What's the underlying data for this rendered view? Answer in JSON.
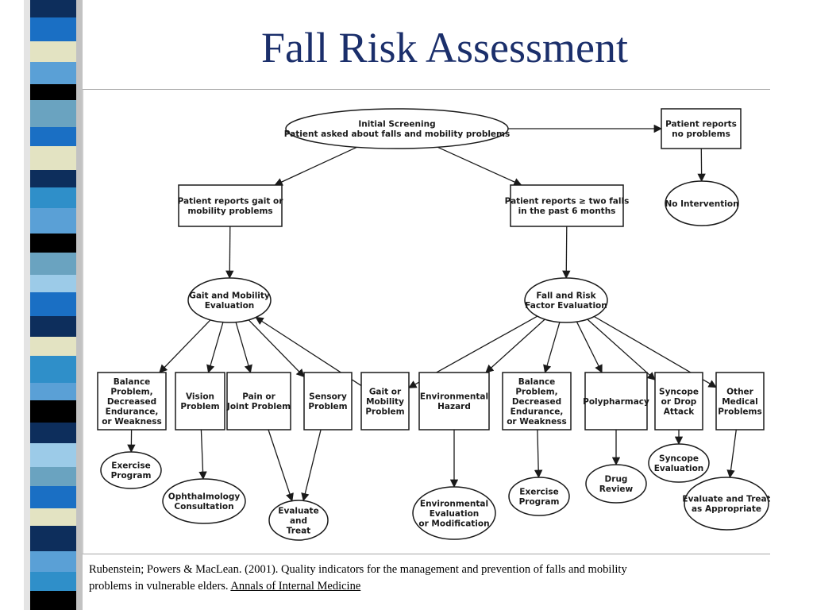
{
  "slide": {
    "title": "Fall Risk Assessment",
    "stripe_colors": [
      "#0d2e5c",
      "#1a6fc4",
      "#5aa0d6",
      "#e3e3c2",
      "#000000",
      "#6aa3c0",
      "#2f8fc9",
      "#9ccbe8"
    ]
  },
  "diagram": {
    "nodes": [
      {
        "id": "initial",
        "shape": "ellipse",
        "lines": [
          "Initial Screening",
          "Patient asked about falls and mobility problems"
        ]
      },
      {
        "id": "no-problems",
        "shape": "rect",
        "lines": [
          "Patient reports",
          "no problems"
        ]
      },
      {
        "id": "gait-problems",
        "shape": "rect",
        "lines": [
          "Patient reports gait or",
          "mobility problems"
        ]
      },
      {
        "id": "two-falls",
        "shape": "rect",
        "lines": [
          "Patient reports ≥ two falls",
          "in the past 6 months"
        ]
      },
      {
        "id": "no-intervention",
        "shape": "ellipse",
        "lines": [
          "No Intervention"
        ]
      },
      {
        "id": "gait-eval",
        "shape": "ellipse",
        "lines": [
          "Gait and Mobility",
          "Evaluation"
        ]
      },
      {
        "id": "fall-risk-eval",
        "shape": "ellipse",
        "lines": [
          "Fall and Risk",
          "Factor Evaluation"
        ]
      },
      {
        "id": "balance-1",
        "shape": "rect",
        "lines": [
          "Balance",
          "Problem,",
          "Decreased",
          "Endurance,",
          "or Weakness"
        ]
      },
      {
        "id": "vision",
        "shape": "rect",
        "lines": [
          "Vision",
          "Problem"
        ]
      },
      {
        "id": "pain",
        "shape": "rect",
        "lines": [
          "Pain or",
          "Joint Problem"
        ]
      },
      {
        "id": "sensory",
        "shape": "rect",
        "lines": [
          "Sensory",
          "Problem"
        ]
      },
      {
        "id": "gait-mobility",
        "shape": "rect",
        "lines": [
          "Gait or",
          "Mobility",
          "Problem"
        ]
      },
      {
        "id": "environmental",
        "shape": "rect",
        "lines": [
          "Environmental",
          "Hazard"
        ]
      },
      {
        "id": "balance-2",
        "shape": "rect",
        "lines": [
          "Balance",
          "Problem,",
          "Decreased",
          "Endurance,",
          "or Weakness"
        ]
      },
      {
        "id": "polypharmacy",
        "shape": "rect",
        "lines": [
          "Polypharmacy"
        ]
      },
      {
        "id": "syncope",
        "shape": "rect",
        "lines": [
          "Syncope",
          "or Drop",
          "Attack"
        ]
      },
      {
        "id": "other-medical",
        "shape": "rect",
        "lines": [
          "Other",
          "Medical",
          "Problems"
        ]
      },
      {
        "id": "exercise-1",
        "shape": "ellipse",
        "lines": [
          "Exercise",
          "Program"
        ]
      },
      {
        "id": "ophthalmology",
        "shape": "ellipse",
        "lines": [
          "Ophthalmology",
          "Consultation"
        ]
      },
      {
        "id": "evaluate-treat",
        "shape": "ellipse",
        "lines": [
          "Evaluate",
          "and",
          "Treat"
        ]
      },
      {
        "id": "env-eval",
        "shape": "ellipse",
        "lines": [
          "Environmental",
          "Evaluation",
          "or Modification"
        ]
      },
      {
        "id": "exercise-2",
        "shape": "ellipse",
        "lines": [
          "Exercise",
          "Program"
        ]
      },
      {
        "id": "drug-review",
        "shape": "ellipse",
        "lines": [
          "Drug",
          "Review"
        ]
      },
      {
        "id": "syncope-eval",
        "shape": "ellipse",
        "lines": [
          "Syncope",
          "Evaluation"
        ]
      },
      {
        "id": "evaluate-appropriate",
        "shape": "ellipse",
        "lines": [
          "Evaluate and Treat",
          "as Appropriate"
        ]
      }
    ],
    "edges": [
      [
        "initial",
        "no-problems"
      ],
      [
        "initial",
        "gait-problems"
      ],
      [
        "initial",
        "two-falls"
      ],
      [
        "no-problems",
        "no-intervention"
      ],
      [
        "gait-problems",
        "gait-eval"
      ],
      [
        "two-falls",
        "fall-risk-eval"
      ],
      [
        "gait-eval",
        "balance-1"
      ],
      [
        "gait-eval",
        "vision"
      ],
      [
        "gait-eval",
        "pain"
      ],
      [
        "gait-eval",
        "sensory"
      ],
      [
        "gait-mobility",
        "gait-eval"
      ],
      [
        "fall-risk-eval",
        "gait-mobility"
      ],
      [
        "fall-risk-eval",
        "environmental"
      ],
      [
        "fall-risk-eval",
        "balance-2"
      ],
      [
        "fall-risk-eval",
        "polypharmacy"
      ],
      [
        "fall-risk-eval",
        "syncope"
      ],
      [
        "fall-risk-eval",
        "other-medical"
      ],
      [
        "balance-1",
        "exercise-1"
      ],
      [
        "vision",
        "ophthalmology"
      ],
      [
        "pain",
        "evaluate-treat"
      ],
      [
        "sensory",
        "evaluate-treat"
      ],
      [
        "environmental",
        "env-eval"
      ],
      [
        "balance-2",
        "exercise-2"
      ],
      [
        "polypharmacy",
        "drug-review"
      ],
      [
        "syncope",
        "syncope-eval"
      ],
      [
        "other-medical",
        "evaluate-appropriate"
      ]
    ]
  },
  "citation": {
    "text_line1": "Rubenstein; Powers & MacLean.  (2001).  Quality indicators for the management and prevention of falls and mobility",
    "text_line2": "problems in vulnerable elders.  ",
    "journal": "Annals of Internal Medicine"
  }
}
